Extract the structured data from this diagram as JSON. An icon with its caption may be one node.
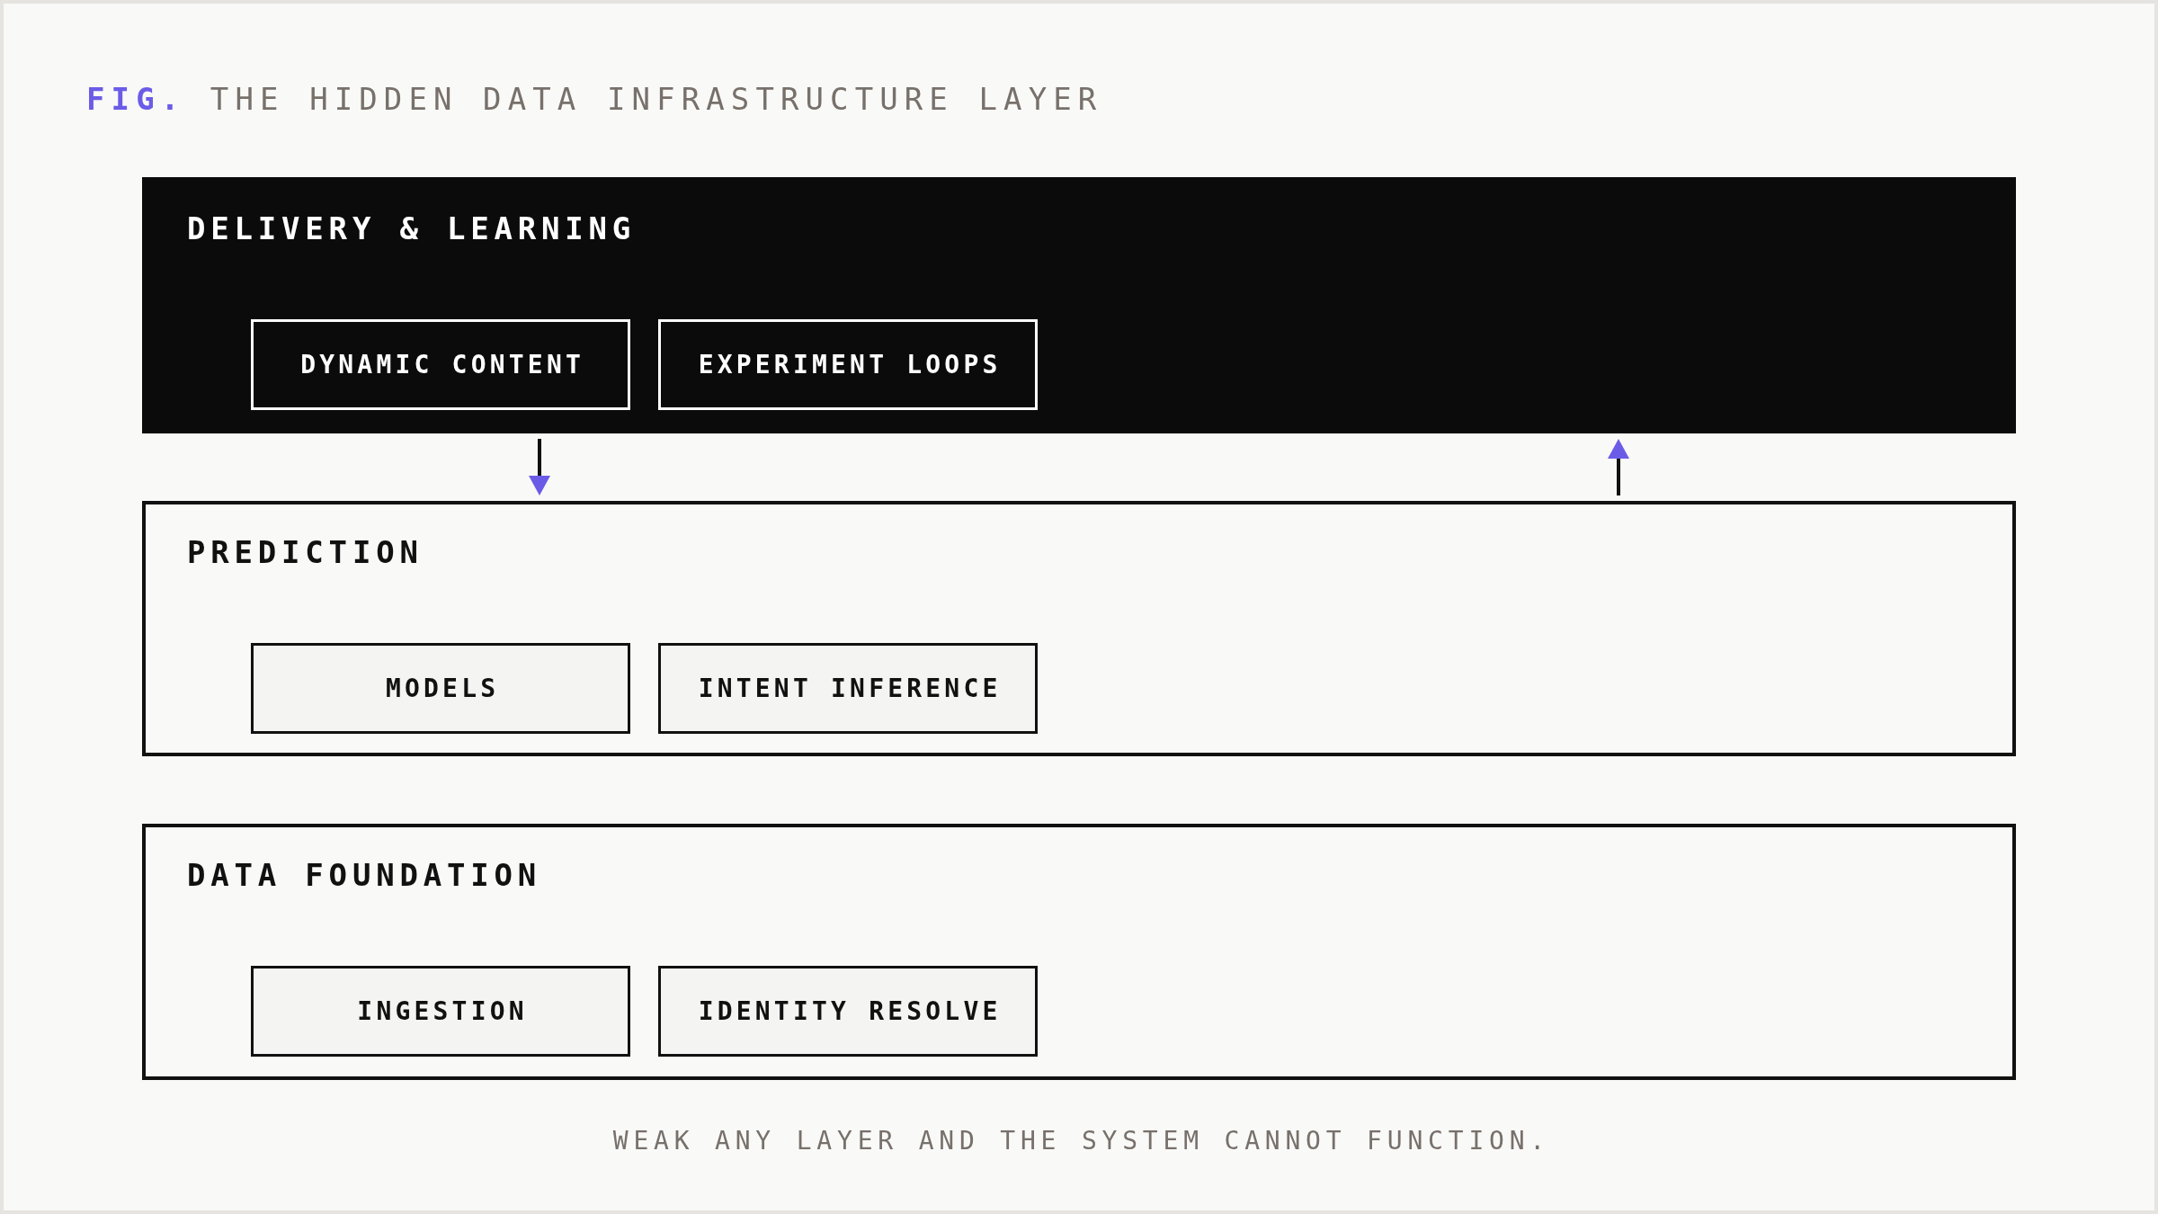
{
  "diagram": {
    "title": "**FIG.** THE HIDDEN DATA INFRASTRUCTURE LAYER",
    "caption": "WEAK ANY LAYER AND THE SYSTEM CANNOT FUNCTION.",
    "nodes": [
      {
        "text": [
          "DELIVERY & LEARNING"
        ]
      },
      {
        "text": [
          "DYNAMIC CONTENT"
        ],
        "in": 0
      },
      {
        "text": [
          "EXPERIMENT LOOPS"
        ],
        "in": 0
      },
      {
        "text": [
          "PREDICTION"
        ]
      },
      {
        "text": [
          "MODELS"
        ],
        "in": 3
      },
      {
        "text": [
          "INTENT INFERENCE"
        ],
        "in": 3
      },
      {
        "text": [
          "DATA FOUNDATION"
        ]
      },
      {
        "text": [
          "INGESTION"
        ],
        "in": 6
      },
      {
        "text": [
          "IDENTITY RESOLVE"
        ],
        "in": 6
      }
    ],
    "edges": [
      {
        "from": 0,
        "to": 3,
        "arrow": "to"
      },
      {
        "from": 3,
        "to": 0,
        "arrow": "to"
      }
    ]
  }
}
